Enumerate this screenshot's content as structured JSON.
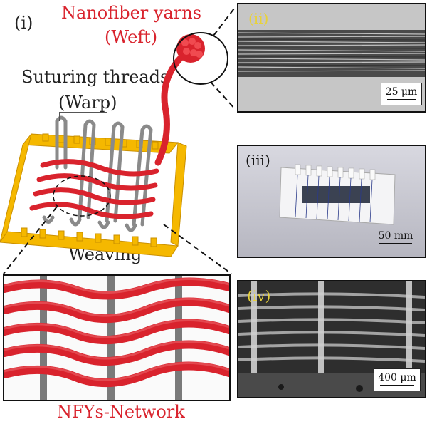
{
  "panel_i": {
    "label": "(i)",
    "weft_title": "Nanofiber yarns",
    "weft_sub": "(Weft)",
    "warp_title": "Suturing threads",
    "warp_sub": "(Warp)",
    "weaving": "Weaving",
    "network": "NFYs-Network"
  },
  "panel_ii": {
    "label": "(ii)",
    "scale": "25 μm"
  },
  "panel_iii": {
    "label": "(iii)",
    "scale": "50 mm"
  },
  "panel_iv": {
    "label": "(iv)",
    "scale": "400 μm"
  },
  "colors": {
    "yarn": "#d9232d",
    "frame": "#f5b800",
    "thread": "#8a8a8a",
    "label_red": "#d9232d",
    "label_yellow": "#e8d23a"
  }
}
